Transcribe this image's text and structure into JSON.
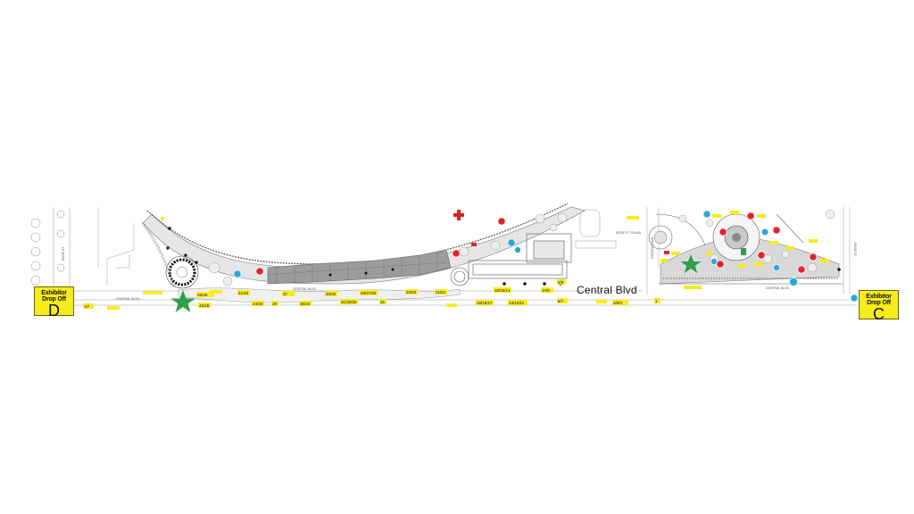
{
  "street_label": "Central Blvd",
  "dropoff_left": {
    "title": "Exhibitor Drop Off",
    "letter": "D"
  },
  "dropoff_right": {
    "title": "Exhibitor Drop Off",
    "letter": "C"
  },
  "road_labels": [
    "CENTRAL BLVD.",
    "CENTRAL BLVD.",
    "CENTRAL BLVD.",
    "OSCEOLA AVE.",
    "ROSE ST. PLAZA",
    "ROSE ST.",
    "ROSE ST."
  ],
  "booth_labels": [
    "47",
    "46/45",
    "48/46",
    "44/43",
    "38",
    "37",
    "33/32",
    "28/27/26",
    "23/22",
    "21/21",
    "16/15/14",
    "10/9",
    "6/5",
    "4/3/2",
    "1",
    "8/7",
    "31/30/29",
    "25",
    "18/18/17",
    "13/12/11",
    "35/34",
    "41/40"
  ],
  "colors": {
    "booth_tag": "#f7ec1c",
    "first_aid": "#e02020",
    "red_marker": "#e0252f",
    "water_marker": "#2aa8d8",
    "star": "#2e9e48",
    "plaza": "#bdbdbd"
  },
  "icons": [
    "first-aid-icon",
    "red-power-marker-icon",
    "water-drop-icon",
    "star-marker-icon"
  ]
}
